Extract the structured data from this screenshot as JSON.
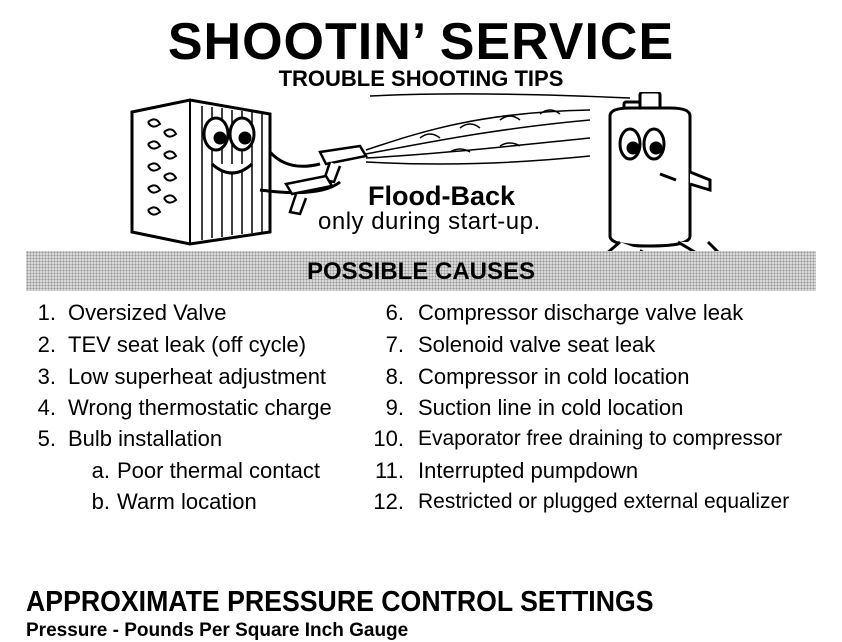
{
  "header": {
    "title": "SHOOTIN’ SERVICE",
    "subtitle": "TROUBLE SHOOTING TIPS"
  },
  "illustration": {
    "heading": "Flood-Back",
    "caption": "only during start-up."
  },
  "causes": {
    "heading": "POSSIBLE CAUSES",
    "left": [
      {
        "num": "1.",
        "text": "Oversized Valve"
      },
      {
        "num": "2.",
        "text": "TEV seat leak (off cycle)"
      },
      {
        "num": "3.",
        "text": "Low superheat adjustment"
      },
      {
        "num": "4.",
        "text": "Wrong thermostatic charge"
      },
      {
        "num": "5.",
        "text": "Bulb installation"
      }
    ],
    "sub": [
      {
        "num": "a.",
        "text": "Poor thermal contact"
      },
      {
        "num": "b.",
        "text": "Warm location"
      }
    ],
    "right": [
      {
        "num": "6.",
        "text": "Compressor discharge valve leak"
      },
      {
        "num": "7.",
        "text": "Solenoid valve seat leak"
      },
      {
        "num": "8.",
        "text": "Compressor in cold location"
      },
      {
        "num": "9.",
        "text": "Suction line in cold location"
      },
      {
        "num": "10.",
        "text": "Evaporator free draining to compressor"
      },
      {
        "num": "11.",
        "text": "Interrupted pumpdown"
      },
      {
        "num": "12.",
        "text": "Restricted or plugged external equalizer"
      }
    ]
  },
  "section": {
    "title": "APPROXIMATE PRESSURE CONTROL SETTINGS",
    "subtitle": "Pressure - Pounds Per Square Inch Gauge"
  }
}
